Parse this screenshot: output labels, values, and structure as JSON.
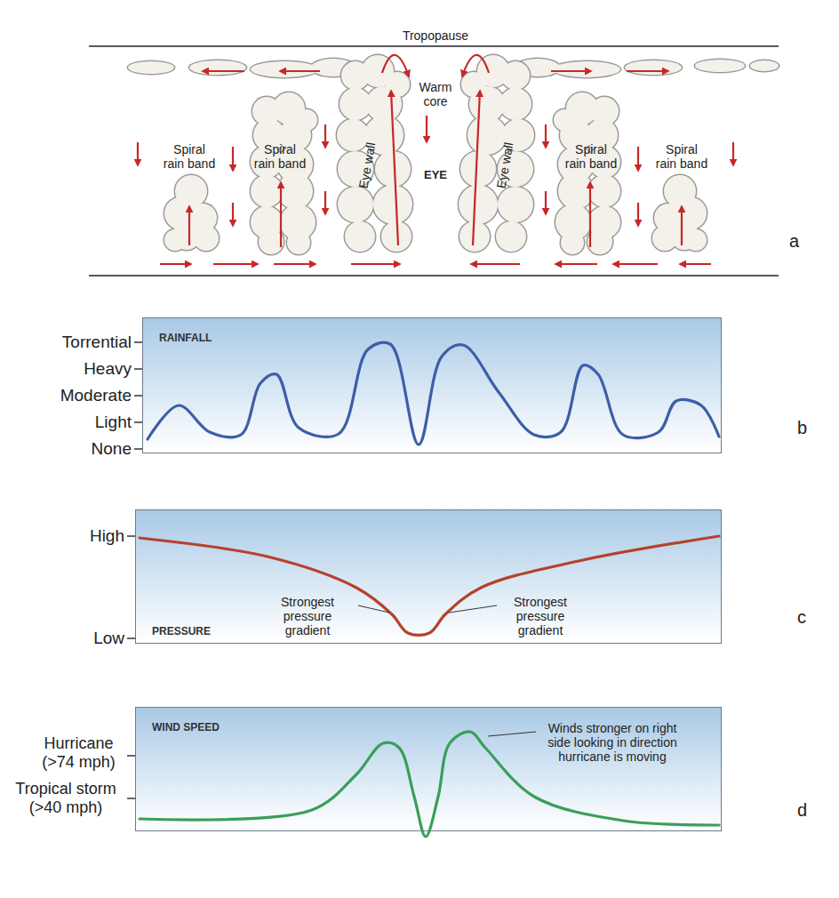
{
  "diagram": {
    "nodes": [
      {
        "text": [
          "RAINFALL"
        ]
      },
      {
        "text": [
          "PRESSURE",
          "Strongest pressure gradient",
          "Strongest pressure gradient"
        ]
      },
      {
        "text": [
          "WIND SPEED",
          "Winds stronger on right side looking in direction hurricane is moving"
        ]
      }
    ],
    "labels": [
      "Tropopause",
      "Warm core",
      "Spiral rain band",
      "Spiral rain band",
      "Eye wall",
      "EYE",
      "Eye wall",
      "Spiral rain band",
      "Spiral rain band",
      "a",
      "Torrential",
      "Heavy",
      "Moderate",
      "Light",
      "None",
      "b",
      "High",
      "Low",
      "c",
      "Hurricane (>74 mph)",
      "Tropical storm (>40 mph)",
      "d"
    ]
  }
}
